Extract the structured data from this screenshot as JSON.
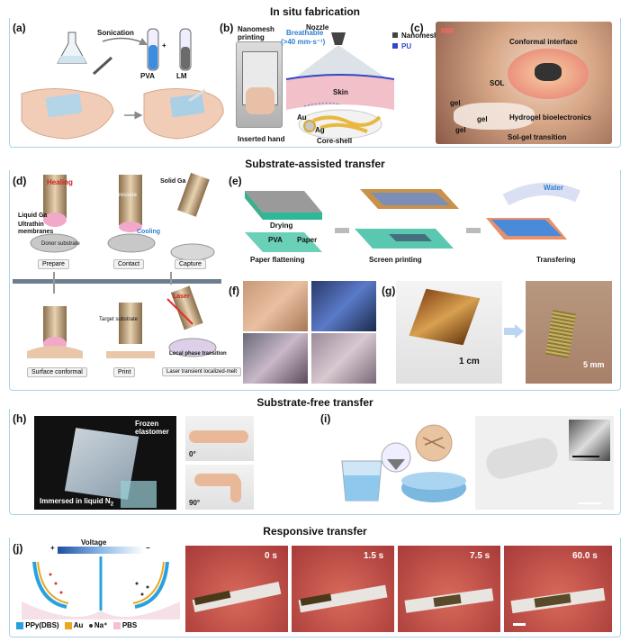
{
  "sections": {
    "s1": "In situ fabrication",
    "s2": "Substrate-assisted transfer",
    "s3": "Substrate-free transfer",
    "s4": "Responsive transfer"
  },
  "panel_a": {
    "label": "(a)",
    "sonication": "Sonication",
    "pva": "PVA",
    "plus": "+",
    "lm": "LM"
  },
  "panel_b": {
    "label": "(b)",
    "nanomesh_printing": "Nanomesh printing",
    "nozzle": "Nozzle",
    "legend_nanomesh": "Nanomesh",
    "legend_pu": "PU",
    "breathable": "Breathable",
    "rate": "(>40 mm·s⁻¹)",
    "skin": "Skin",
    "au": "Au",
    "ag": "Ag",
    "inserted_hand": "Inserted hand",
    "core_shell": "Core-shell"
  },
  "panel_c": {
    "label": "(c)",
    "nir": "NIR",
    "conformal": "Conformal interface",
    "sol": "SOL",
    "gel1": "gel",
    "gel2": "gel",
    "gel3": "gel",
    "hydrogel": "Hydrogel bioelectronics",
    "transition": "Sol-gel transition"
  },
  "panel_d": {
    "label": "(d)",
    "healing": "Healing",
    "liquid_ga": "Liquid Ga",
    "ultrathin": "Ultrathin membranes",
    "donor": "Donor substrate",
    "pressure": "Pressure",
    "solid_ga": "Solid Ga",
    "cooling": "Cooling",
    "prepare": "Prepare",
    "contact": "Contact",
    "capture": "Capture",
    "laser": "Laser",
    "target": "Target substrate",
    "local_phase": "Local phase transition",
    "surface_conformal": "Surface conformal",
    "print": "Print",
    "laser_transient": "Laser transient localized-melt"
  },
  "panel_e": {
    "label": "(e)",
    "drying": "Drying",
    "pva": "PVA",
    "paper": "Paper",
    "paper_flattening": "Paper flattening",
    "screen_printing": "Screen printing",
    "water": "Water",
    "transfering": "Transfering"
  },
  "panel_f": {
    "label": "(f)"
  },
  "panel_g": {
    "label": "(g)",
    "scale1": "1 cm",
    "scale2": "5 mm"
  },
  "panel_h": {
    "label": "(h)",
    "frozen": "Frozen elastomer",
    "immersed": "Immersed in liquid N",
    "sub2": "2",
    "deg0": "0°",
    "deg90": "90°"
  },
  "panel_i": {
    "label": "(i)"
  },
  "panel_j": {
    "label": "(j)",
    "voltage": "Voltage",
    "plus": "+",
    "minus": "−",
    "legend_ppy": "PPy(DBS)",
    "legend_au": "Au",
    "legend_na": "Na⁺",
    "legend_pbs": "PBS",
    "t0": "0 s",
    "t1": "1.5 s",
    "t2": "7.5 s",
    "t3": "60.0 s"
  },
  "colors": {
    "border": "#a9d3ea",
    "accent_blue": "#2f7fd0",
    "pu_blue": "#3347c9",
    "tissue_red": "#b84040"
  }
}
